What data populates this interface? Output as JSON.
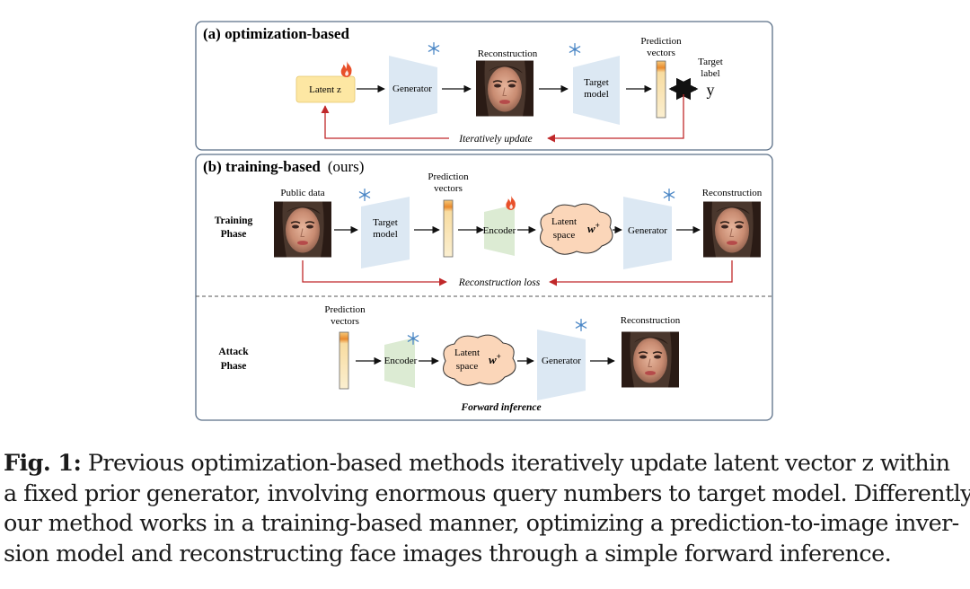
{
  "panel_a": {
    "title": "(a) optimization-based",
    "latent": "Latent z",
    "generator": "Generator",
    "reconstruction": "Reconstruction",
    "target_model_line1": "Target",
    "target_model_line2": "model",
    "prediction_vectors_line1": "Prediction",
    "prediction_vectors_line2": "vectors",
    "target_label_line1": "Target",
    "target_label_line2": "label",
    "target_label_symbol": "y",
    "update_label": "Iteratively update"
  },
  "panel_b": {
    "title": "(b) training-based",
    "title_suffix": "(ours)",
    "training_phase_line1": "Training",
    "training_phase_line2": "Phase",
    "public_data": "Public data",
    "target_model_line1": "Target",
    "target_model_line2": "model",
    "prediction_vectors_line1": "Prediction",
    "prediction_vectors_line2": "vectors",
    "encoder": "Encoder",
    "latent_space_line1": "Latent",
    "latent_space_line2": "space",
    "latent_symbol": "w",
    "latent_sup": "+",
    "generator": "Generator",
    "reconstruction": "Reconstruction",
    "loss_label": "Reconstruction loss",
    "attack_phase_line1": "Attack",
    "attack_phase_line2": "Phase",
    "attack_prediction_line1": "Prediction",
    "attack_prediction_line2": "vectors",
    "attack_encoder": "Encoder",
    "attack_latent_line1": "Latent",
    "attack_latent_line2": "space",
    "attack_generator": "Generator",
    "attack_reconstruction": "Reconstruction",
    "forward_label": "Forward inference"
  },
  "caption": {
    "label": "Fig. 1:",
    "line1": " Previous optimization-based methods iteratively update latent vector z within",
    "line2": "a fixed prior generator, involving enormous query numbers to target model. Differently,",
    "line3": "our method works in a training-based manner, optimizing a prediction-to-image inver-",
    "line4": "sion model and reconstructing face images through a simple forward inference."
  },
  "colors": {
    "generator_fill": "#dce8f3",
    "latent_fill": "#fde7a3",
    "encoder_fill": "#dcebd3",
    "cloud_fill": "#fbd6b9",
    "red_arrow": "#c0282a",
    "panel_border": "#5a6f87",
    "flame": "#e8502a",
    "snowflake": "#4a86c5"
  },
  "icons": [
    "flame-icon",
    "snowflake-icon",
    "face-image"
  ]
}
